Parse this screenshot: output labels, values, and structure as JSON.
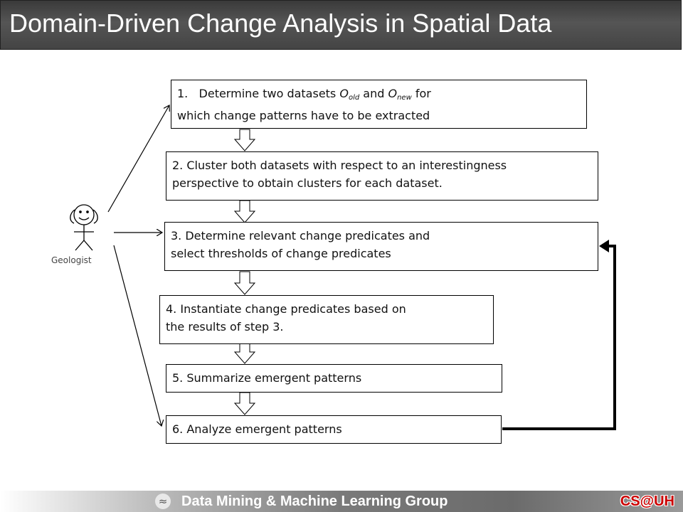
{
  "title": "Domain-Driven Change Analysis in Spatial Data",
  "actor": {
    "label": "Geologist"
  },
  "steps": [
    {
      "id": 1,
      "prefix": "1.   Determine two datasets ",
      "o_symbol": "O",
      "old_sub": "old",
      "conj": " and ",
      "new_sub": "new",
      "suffix": " for",
      "line2": "which change patterns have to be extracted"
    },
    {
      "id": 2,
      "line1": "2. Cluster both datasets with respect to an interestingness",
      "line2": "perspective to obtain clusters for each dataset."
    },
    {
      "id": 3,
      "line1": "3. Determine relevant change predicates and",
      "line2": "select thresholds of change predicates"
    },
    {
      "id": 4,
      "line1": "4. Instantiate change predicates based on",
      "line2": "the results of step 3."
    },
    {
      "id": 5,
      "line1": "5. Summarize emergent patterns"
    },
    {
      "id": 6,
      "line1": "6. Analyze emergent patterns"
    }
  ],
  "footer": {
    "group": "Data Mining & Machine Learning Group",
    "brand": "CS@UH"
  },
  "colors": {
    "title_bg": "#444444",
    "brand": "#cc0000",
    "border": "#000000"
  }
}
